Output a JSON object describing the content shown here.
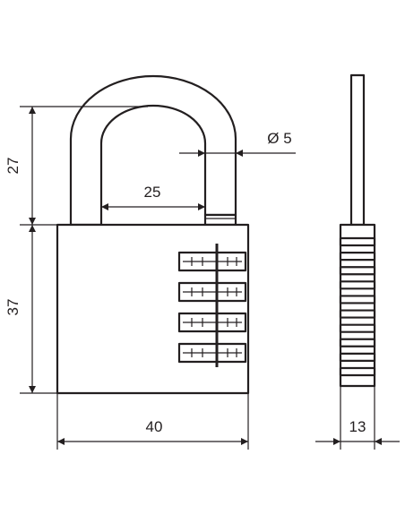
{
  "dimensions": {
    "shackle_height": "27",
    "body_height": "37",
    "shackle_inner_width": "25",
    "shackle_diameter": "Ø 5",
    "body_width": "40",
    "body_thickness": "13"
  },
  "combination_wheels": 4,
  "colors": {
    "line": "#231f20",
    "background": "#ffffff"
  }
}
